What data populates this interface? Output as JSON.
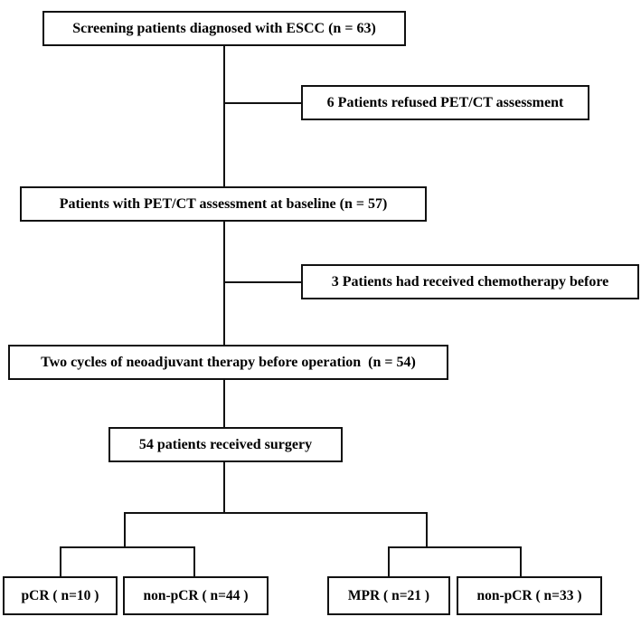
{
  "figure": {
    "type": "flowchart",
    "subject": "Patient enrollment and response-assessment flow (ESCC, PET/CT, neoadjuvant therapy)",
    "colors": {
      "box_border": "#111111",
      "box_fill": "#ffffff",
      "connector": "#111111",
      "text": "#000000",
      "background": "#ffffff"
    }
  },
  "nodes": {
    "screening": {
      "label": "Screening patients diagnosed with ESCC (n = 63)",
      "n": 63
    },
    "refused": {
      "label": "6 Patients refused PET/CT assessment",
      "n": 6
    },
    "baseline": {
      "label": "Patients with PET/CT assessment at baseline (n = 57)",
      "n": 57
    },
    "prior_chemo": {
      "label": "3 Patients had received chemotherapy before",
      "n": 3
    },
    "two_cycles": {
      "label": "Two cycles of neoadjuvant therapy before operation  (n = 54)",
      "n": 54
    },
    "surgery": {
      "label": "54 patients received surgery",
      "n": 54
    },
    "pcr": {
      "label": "pCR ( n=10 )",
      "n": 10
    },
    "non_pcr_left": {
      "label": "non-pCR ( n=44 )",
      "n": 44
    },
    "mpr": {
      "label": "MPR ( n=21 )",
      "n": 21
    },
    "non_pcr_right": {
      "label": "non-pCR ( n=33 )",
      "n": 33
    }
  }
}
